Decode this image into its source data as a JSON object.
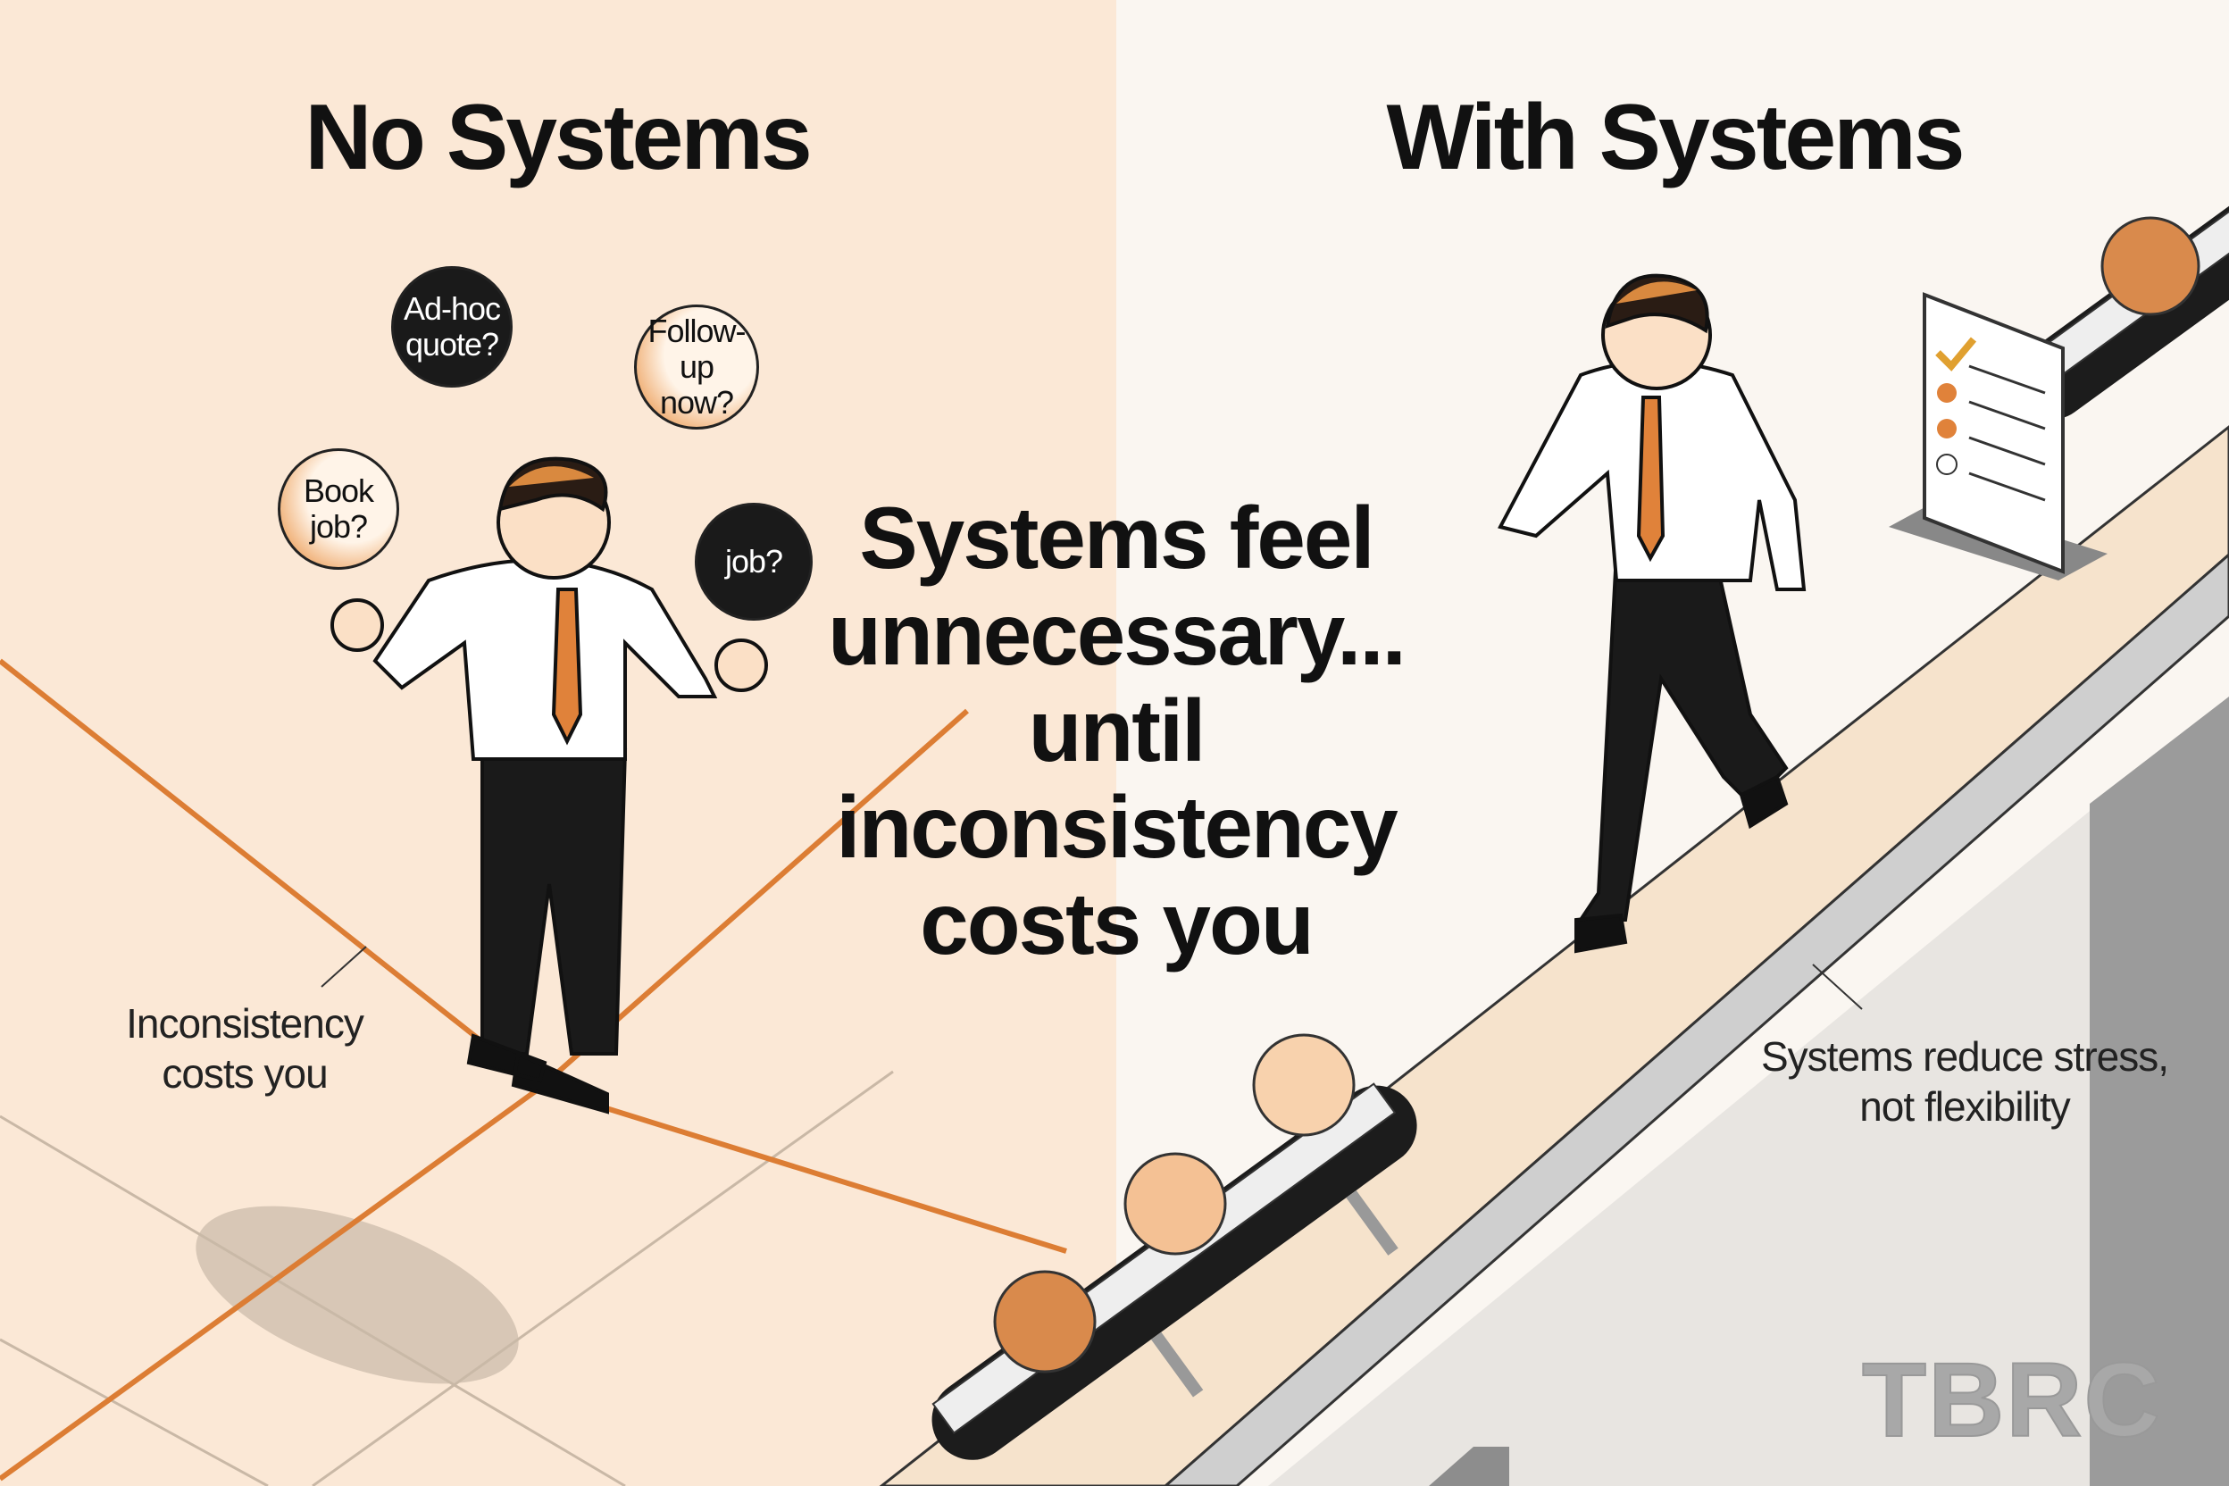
{
  "left_panel": {
    "title": "No Systems",
    "juggling_balls": [
      {
        "label": "Ad-hoc quote?",
        "style": "dark"
      },
      {
        "label": "Follow-up now?",
        "style": "light"
      },
      {
        "label": "Book job?",
        "style": "light"
      },
      {
        "label": "job?",
        "style": "dark"
      }
    ],
    "caption": [
      "Inconsistency",
      "costs you"
    ]
  },
  "right_panel": {
    "title": "With Systems",
    "caption": [
      "Systems reduce stress,",
      "not flexibility"
    ]
  },
  "center_message": [
    "Systems feel",
    "unnecessary...",
    "until",
    "inconsistency",
    "costs you"
  ],
  "logo": "TBRC",
  "colors": {
    "left_background": "#fbe8d6",
    "right_background": "#faf6f1",
    "accent_orange": "#e0823a",
    "text": "#111111"
  }
}
